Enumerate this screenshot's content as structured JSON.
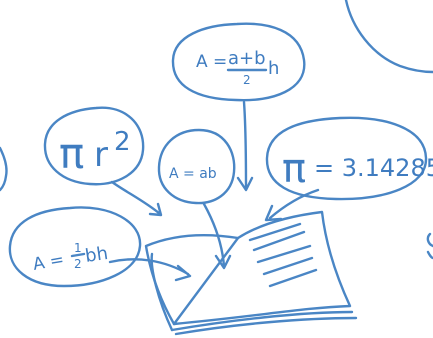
{
  "formulas": {
    "trapezoid": {
      "lhs": "A =",
      "num": "a+b",
      "den": "2",
      "tail": "h"
    },
    "circle": {
      "pi": "π",
      "r": "r",
      "exp": "2"
    },
    "rectangle": {
      "text": "A = ab"
    },
    "pi_value": {
      "pi": "π",
      "text": "= 3.14285"
    },
    "triangle": {
      "lhs": "A =",
      "num": "1",
      "den": "2",
      "tail": "bh"
    }
  },
  "colors": {
    "ink": "#4a86c5"
  },
  "icons": [
    "open-book-icon"
  ]
}
